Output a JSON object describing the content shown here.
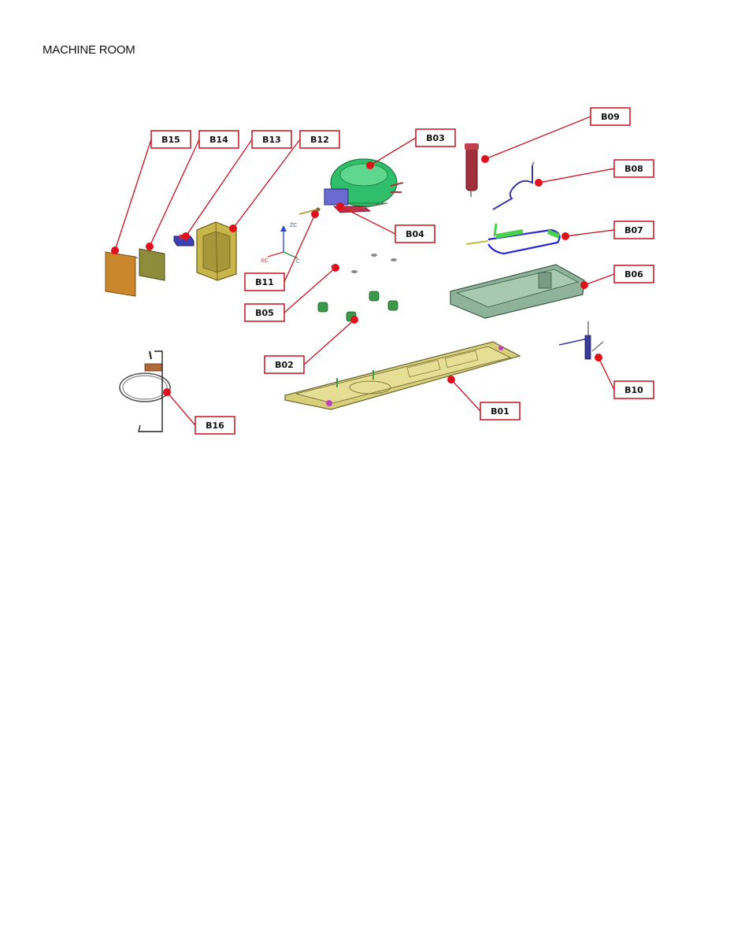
{
  "page": {
    "title": "MACHINE ROOM"
  },
  "axis_triad": {
    "labels": [
      "ZC",
      "XC",
      "C"
    ]
  },
  "colors": {
    "callout_red": "#c8202a",
    "dot_red": "#e0101c",
    "compressor_green": "#2fbf6a",
    "tray_green": "#8fb39a",
    "base_yellow": "#d8cf7a",
    "insulation_orange": "#c9862a"
  },
  "parts": [
    {
      "id": "B15",
      "label": "B15",
      "part": "insulation-panel"
    },
    {
      "id": "B14",
      "label": "B14",
      "part": "cover-plate"
    },
    {
      "id": "B13",
      "label": "B13",
      "part": "relay"
    },
    {
      "id": "B12",
      "label": "B12",
      "part": "electrical-box"
    },
    {
      "id": "B03",
      "label": "B03",
      "part": "compressor"
    },
    {
      "id": "B09",
      "label": "B09",
      "part": "drier-filter"
    },
    {
      "id": "B08",
      "label": "B08",
      "part": "tube"
    },
    {
      "id": "B04",
      "label": "B04",
      "part": "compressor-bracket"
    },
    {
      "id": "B07",
      "label": "B07",
      "part": "condenser-tube"
    },
    {
      "id": "B11",
      "label": "B11",
      "part": "bolt"
    },
    {
      "id": "B06",
      "label": "B06",
      "part": "drain-tray"
    },
    {
      "id": "B05",
      "label": "B05",
      "part": "washer"
    },
    {
      "id": "B02",
      "label": "B02",
      "part": "rubber-grommet"
    },
    {
      "id": "B10",
      "label": "B10",
      "part": "valve"
    },
    {
      "id": "B01",
      "label": "B01",
      "part": "base-plate"
    },
    {
      "id": "B16",
      "label": "B16",
      "part": "capillary-tube"
    }
  ]
}
